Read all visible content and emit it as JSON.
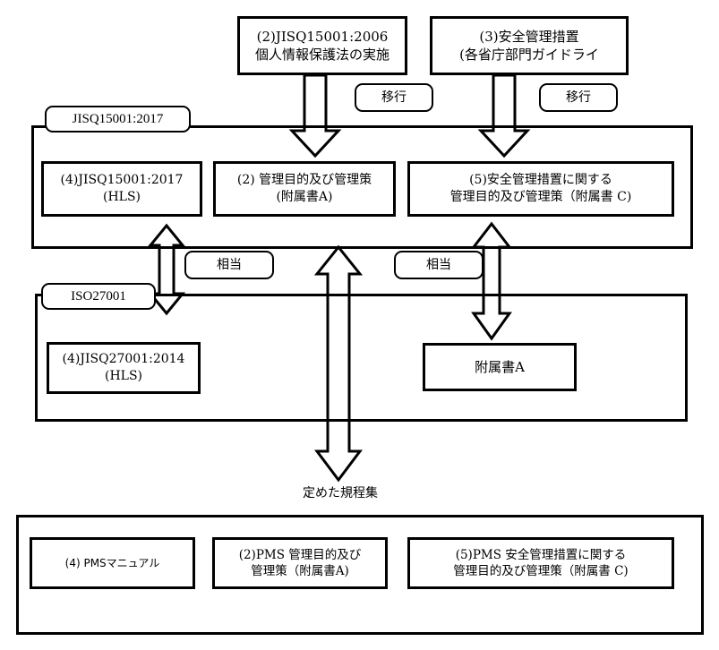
{
  "diagram": {
    "title_nodes": {
      "top_left_source": "(2)JISQ15001:2006\n個人情報保護法の実施",
      "top_right_source": "(3)安全管理措置\n(各省庁部門ガイドライ"
    },
    "transition_labels": {
      "left": "移行",
      "right": "移行"
    },
    "equivalence_labels": {
      "left": "相当",
      "right": "相当"
    },
    "group_jisq15001": {
      "title": "JISQ15001:2017",
      "items": [
        "(4)JISQ15001:2017\n(HLS)",
        "(2) 管理目的及び管理策\n(附属書A)",
        "(5)安全管理措置に関する\n管理目的及び管理策（附属書 C)"
      ]
    },
    "group_iso27001": {
      "title": "ISO27001",
      "items": [
        "(4)JISQ27001:2014\n(HLS)",
        "附属書A"
      ]
    },
    "flow_label": "定めた規程集",
    "group_pms": {
      "items": [
        "(4) PMSマニュアル",
        "(2)PMS 管理目的及び\n管理策（附属書A)",
        "(5)PMS 安全管理措置に関する\n管理目的及び管理策（附属書 C)"
      ]
    },
    "colors": {
      "stroke": "#000000",
      "background": "#ffffff"
    }
  }
}
